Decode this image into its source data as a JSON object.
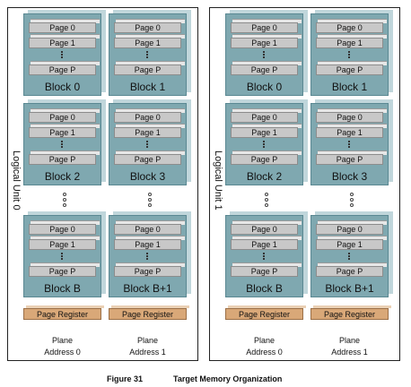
{
  "logical_units": [
    {
      "label": "Logical Unit 0",
      "planes": [
        {
          "blocks": [
            "Block 0",
            "Block 2",
            "Block B"
          ],
          "page_register": "Page Register",
          "plane_label_line1": "Plane",
          "plane_label_line2": "Address 0"
        },
        {
          "blocks": [
            "Block 1",
            "Block 3",
            "Block B+1"
          ],
          "page_register": "Page Register",
          "plane_label_line1": "Plane",
          "plane_label_line2": "Address 1"
        }
      ]
    },
    {
      "label": "Logical Unit 1",
      "planes": [
        {
          "blocks": [
            "Block 0",
            "Block 2",
            "Block B"
          ],
          "page_register": "Page Register",
          "plane_label_line1": "Plane",
          "plane_label_line2": "Address 0"
        },
        {
          "blocks": [
            "Block 1",
            "Block 3",
            "Block B+1"
          ],
          "page_register": "Page Register",
          "plane_label_line1": "Plane",
          "plane_label_line2": "Address 1"
        }
      ]
    }
  ],
  "pages": [
    "Page 0",
    "Page 1",
    "Page P"
  ],
  "caption": {
    "figure": "Figure 31",
    "title": "Target Memory Organization"
  },
  "colors": {
    "block_front": "#7fa8b0",
    "block_back": "#c0d6db",
    "page": "#c8c8c8",
    "page_register": "#d9a878"
  }
}
